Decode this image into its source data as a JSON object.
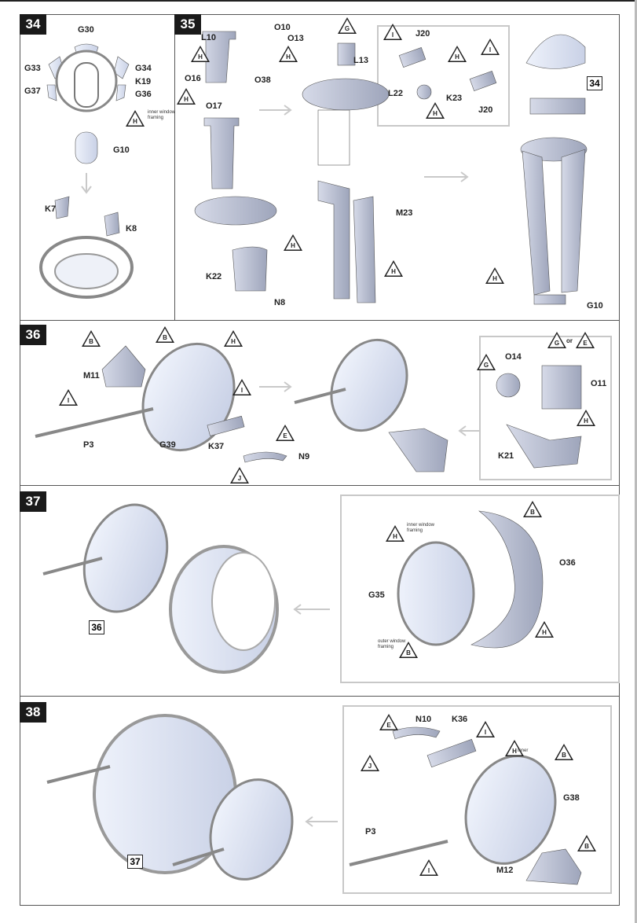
{
  "steps": [
    {
      "number": "34",
      "labels": [
        "G30",
        "G33",
        "G34",
        "K19",
        "G37",
        "G36",
        "G10",
        "K7",
        "K8"
      ],
      "triangles": [
        "H"
      ],
      "note": "inner window framing"
    },
    {
      "number": "35",
      "labels": [
        "L10",
        "O10",
        "O13",
        "O16",
        "O38",
        "O17",
        "L13",
        "J20",
        "L22",
        "K23",
        "J20",
        "K22",
        "N8",
        "M23",
        "G10"
      ],
      "triangles": [
        "H",
        "H",
        "H",
        "G",
        "I",
        "H",
        "I",
        "H",
        "H",
        "H",
        "H"
      ],
      "ref": "34"
    },
    {
      "number": "36",
      "labels": [
        "M11",
        "P3",
        "G39",
        "K37",
        "N9",
        "O14",
        "O11",
        "K21"
      ],
      "triangles": [
        "B",
        "B",
        "H",
        "I",
        "I",
        "E",
        "J",
        "G",
        "G",
        "E",
        "H"
      ],
      "or": "or"
    },
    {
      "number": "37",
      "labels": [
        "O36",
        "G35"
      ],
      "triangles": [
        "B",
        "H",
        "H",
        "B"
      ],
      "ref": "36",
      "note_inner": "inner window framing",
      "note_outer": "outer window framing"
    },
    {
      "number": "38",
      "labels": [
        "N10",
        "K36",
        "G38",
        "P3",
        "M12"
      ],
      "triangles": [
        "E",
        "I",
        "H",
        "B",
        "J",
        "I",
        "B"
      ],
      "ref": "37",
      "note_inner": "inner"
    }
  ],
  "colors": {
    "part": "#b9bfd2",
    "part_dark": "#8e95ab",
    "arrow": "#c9c9c9",
    "ink": "#222222"
  }
}
